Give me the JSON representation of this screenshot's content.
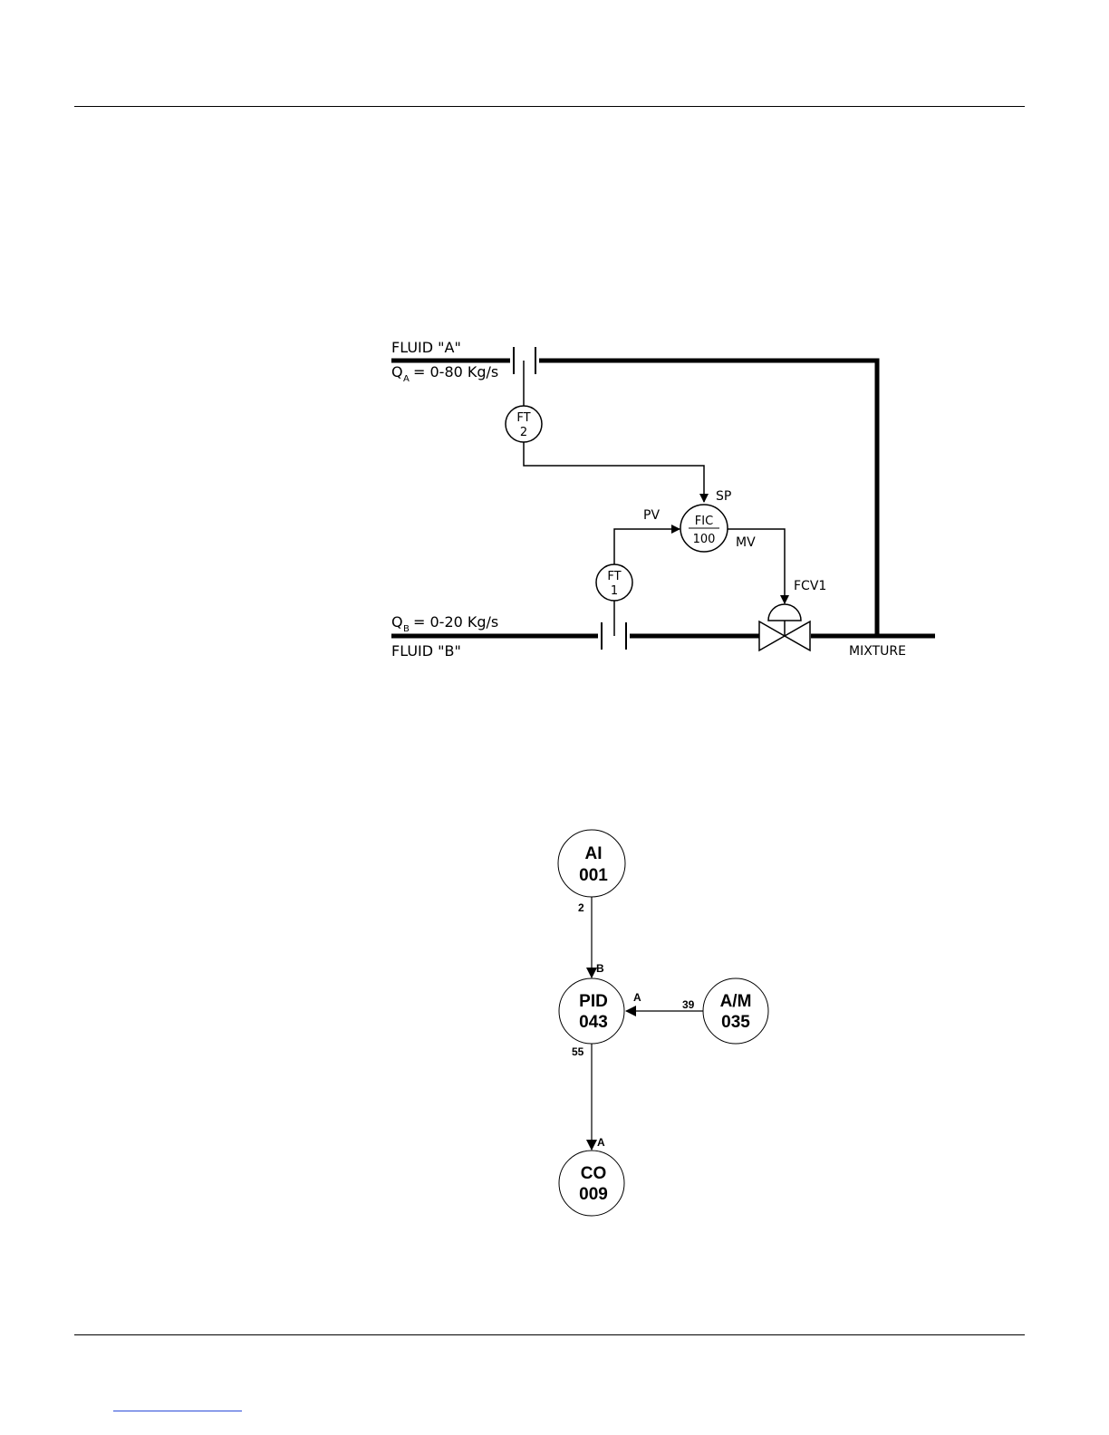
{
  "pid_diagram": {
    "fluid_a": "FLUID \"A\"",
    "qa_main": "Q",
    "qa_sub": "A",
    "qa_range": "= 0-80 Kg/s",
    "qb_main": "Q",
    "qb_sub": "B",
    "qb_range": "= 0-20 Kg/s",
    "fluid_b": "FLUID \"B\"",
    "ft2_tag": "FT",
    "ft2_num": "2",
    "ft1_tag": "FT",
    "ft1_num": "1",
    "fic_tag": "FIC",
    "fic_num": "100",
    "sp_label": "SP",
    "pv_label": "PV",
    "mv_label": "MV",
    "fcv_label": "FCV1",
    "mixture_label": "MIXTURE"
  },
  "function_block_diagram": {
    "ai": {
      "name": "AI",
      "num": "001"
    },
    "pid": {
      "name": "PID",
      "num": "043"
    },
    "am": {
      "name": "A/M",
      "num": "035"
    },
    "co": {
      "name": "CO",
      "num": "009"
    },
    "ai_out_pin": "2",
    "pid_in_b": "B",
    "pid_in_a": "A",
    "am_out_pin": "39",
    "pid_out_pin": "55",
    "co_in_a": "A"
  }
}
